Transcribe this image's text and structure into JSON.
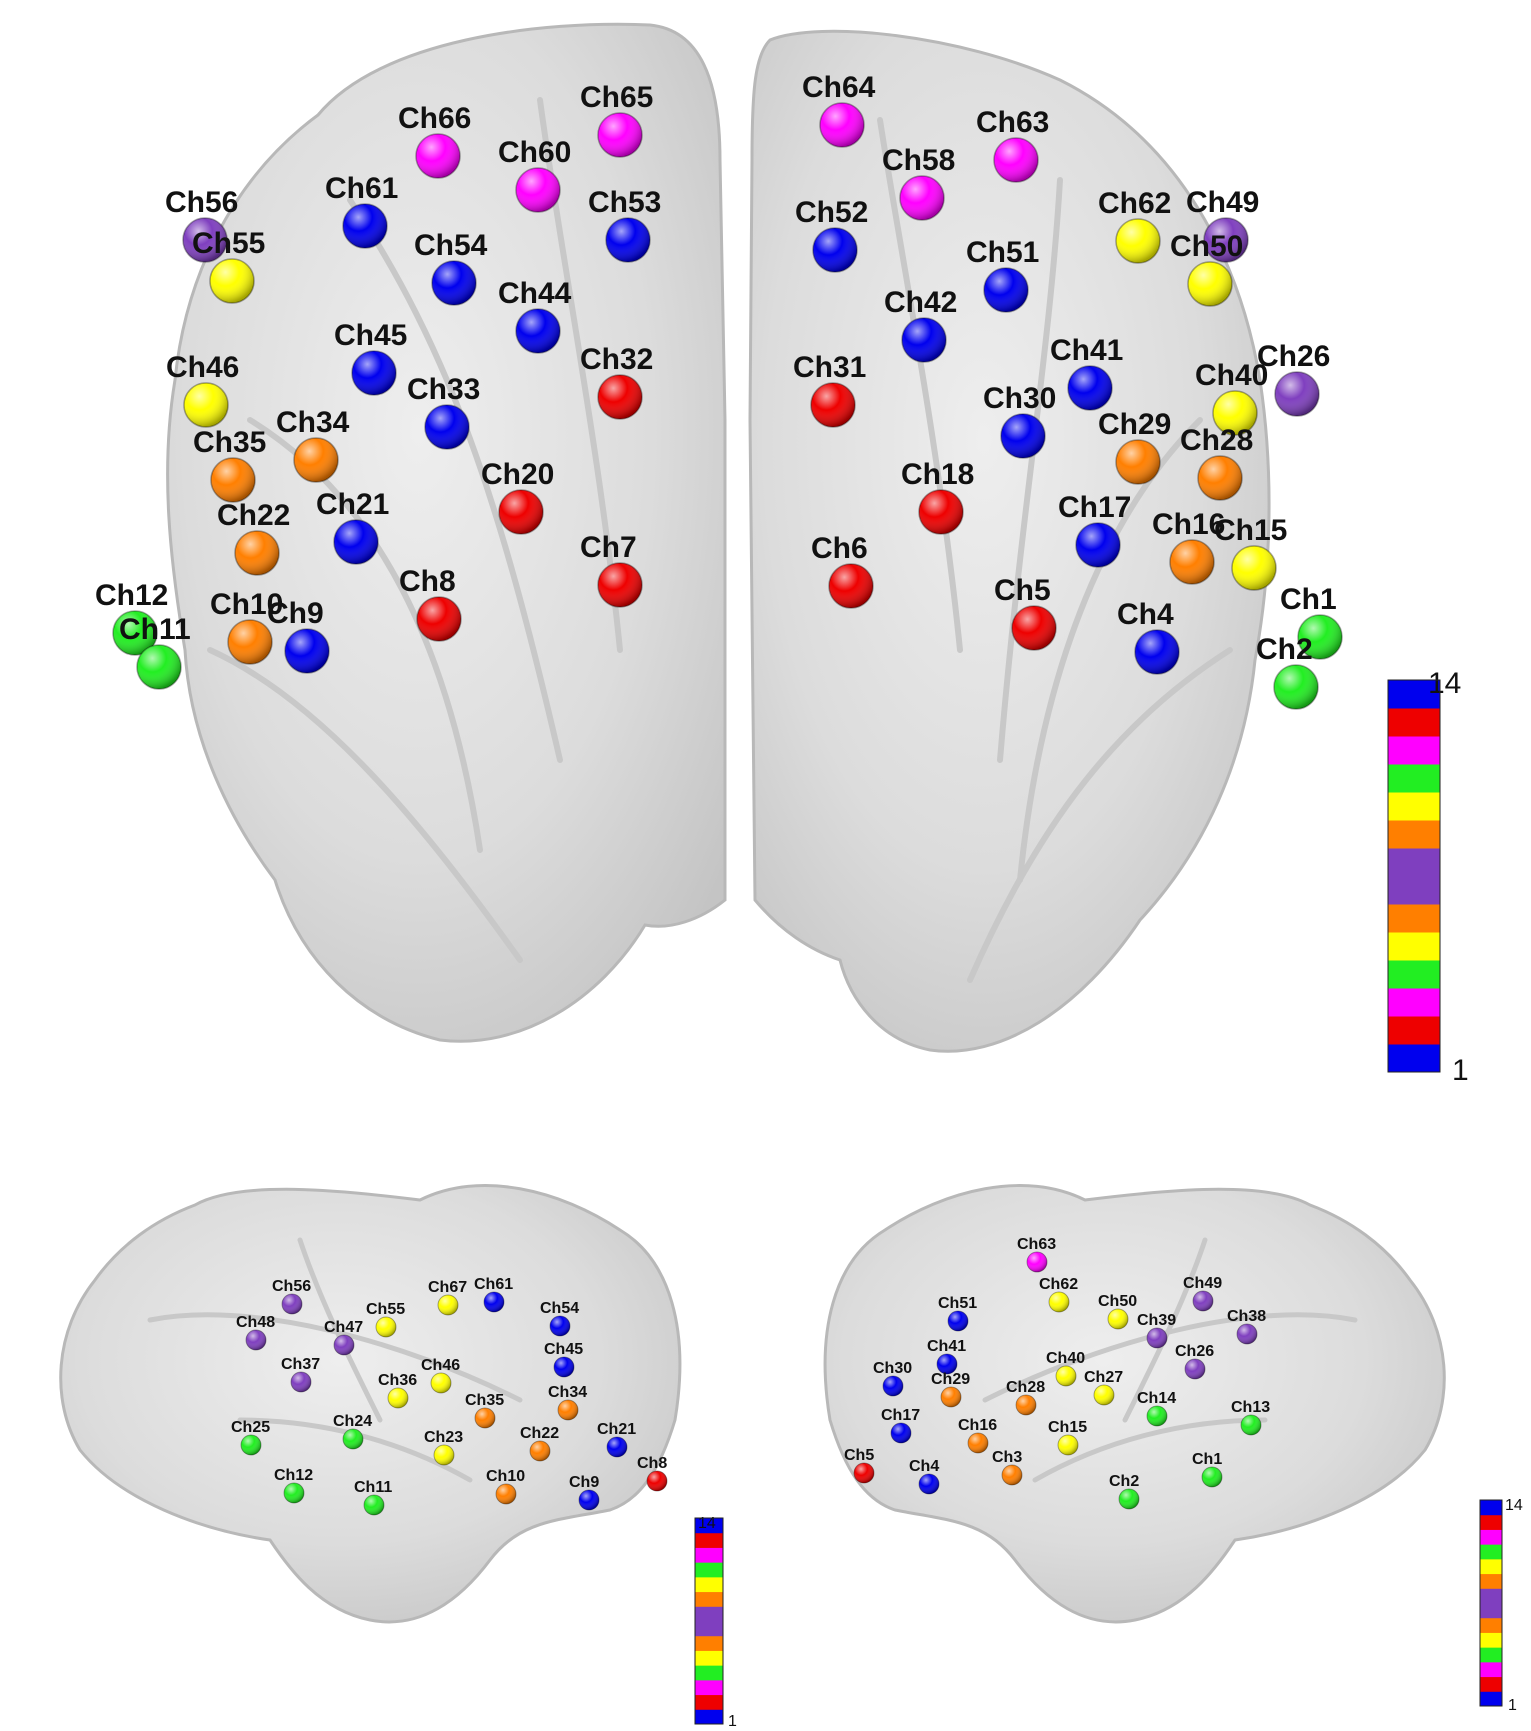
{
  "colors": {
    "1": "#0000ee",
    "2": "#ee0000",
    "3": "#ff00ff",
    "4": "#22ee22",
    "5": "#ffff00",
    "6": "#ff7f00",
    "7": "#7f3fbf",
    "8": "#ff7f00",
    "9": "#ffff00",
    "10": "#22ee22",
    "11": "#ff00ff",
    "12": "#ee0000",
    "13": "#0000ee"
  },
  "colorbar": {
    "tick_top": "14",
    "tick_bottom": "1",
    "segments": [
      "#0000ee",
      "#ee0000",
      "#ff00ff",
      "#22ee22",
      "#ffff00",
      "#ff7f00",
      "#7f3fbf",
      "#7f3fbf",
      "#ff7f00",
      "#ffff00",
      "#22ee22",
      "#ff00ff",
      "#ee0000",
      "#0000ee"
    ]
  },
  "views": {
    "front_left": {
      "channels": [
        {
          "label": "Ch65",
          "c": "3"
        },
        {
          "label": "Ch66",
          "c": "3"
        },
        {
          "label": "Ch60",
          "c": "3"
        },
        {
          "label": "Ch53",
          "c": "1"
        },
        {
          "label": "Ch61",
          "c": "1"
        },
        {
          "label": "Ch56",
          "c": "7"
        },
        {
          "label": "Ch55",
          "c": "5"
        },
        {
          "label": "Ch54",
          "c": "1"
        },
        {
          "label": "Ch44",
          "c": "1"
        },
        {
          "label": "Ch45",
          "c": "1"
        },
        {
          "label": "Ch32",
          "c": "2"
        },
        {
          "label": "Ch46",
          "c": "5"
        },
        {
          "label": "Ch33",
          "c": "1"
        },
        {
          "label": "Ch34",
          "c": "6"
        },
        {
          "label": "Ch35",
          "c": "6"
        },
        {
          "label": "Ch20",
          "c": "2"
        },
        {
          "label": "Ch21",
          "c": "1"
        },
        {
          "label": "Ch22",
          "c": "6"
        },
        {
          "label": "Ch7",
          "c": "2"
        },
        {
          "label": "Ch8",
          "c": "2"
        },
        {
          "label": "Ch12",
          "c": "4"
        },
        {
          "label": "Ch11",
          "c": "4"
        },
        {
          "label": "Ch10",
          "c": "6"
        },
        {
          "label": "Ch9",
          "c": "1"
        }
      ]
    },
    "front_right": {
      "channels": [
        {
          "label": "Ch64",
          "c": "3"
        },
        {
          "label": "Ch63",
          "c": "3"
        },
        {
          "label": "Ch58",
          "c": "3"
        },
        {
          "label": "Ch52",
          "c": "1"
        },
        {
          "label": "Ch62",
          "c": "5"
        },
        {
          "label": "Ch49",
          "c": "7"
        },
        {
          "label": "Ch51",
          "c": "1"
        },
        {
          "label": "Ch50",
          "c": "5"
        },
        {
          "label": "Ch42",
          "c": "1"
        },
        {
          "label": "Ch41",
          "c": "1"
        },
        {
          "label": "Ch31",
          "c": "2"
        },
        {
          "label": "Ch26",
          "c": "7"
        },
        {
          "label": "Ch40",
          "c": "5"
        },
        {
          "label": "Ch30",
          "c": "1"
        },
        {
          "label": "Ch29",
          "c": "6"
        },
        {
          "label": "Ch28",
          "c": "6"
        },
        {
          "label": "Ch18",
          "c": "2"
        },
        {
          "label": "Ch17",
          "c": "1"
        },
        {
          "label": "Ch16",
          "c": "6"
        },
        {
          "label": "Ch15",
          "c": "5"
        },
        {
          "label": "Ch6",
          "c": "2"
        },
        {
          "label": "Ch5",
          "c": "2"
        },
        {
          "label": "Ch4",
          "c": "1"
        },
        {
          "label": "Ch1",
          "c": "4"
        },
        {
          "label": "Ch2",
          "c": "4"
        }
      ]
    },
    "side_left": {
      "channels": [
        {
          "label": "Ch56",
          "c": "7"
        },
        {
          "label": "Ch48",
          "c": "7"
        },
        {
          "label": "Ch47",
          "c": "7"
        },
        {
          "label": "Ch55",
          "c": "5"
        },
        {
          "label": "Ch67",
          "c": "5"
        },
        {
          "label": "Ch61",
          "c": "1"
        },
        {
          "label": "Ch54",
          "c": "1"
        },
        {
          "label": "Ch37",
          "c": "7"
        },
        {
          "label": "Ch46",
          "c": "5"
        },
        {
          "label": "Ch45",
          "c": "1"
        },
        {
          "label": "Ch36",
          "c": "5"
        },
        {
          "label": "Ch25",
          "c": "4"
        },
        {
          "label": "Ch24",
          "c": "4"
        },
        {
          "label": "Ch35",
          "c": "6"
        },
        {
          "label": "Ch34",
          "c": "6"
        },
        {
          "label": "Ch23",
          "c": "5"
        },
        {
          "label": "Ch22",
          "c": "6"
        },
        {
          "label": "Ch21",
          "c": "1"
        },
        {
          "label": "Ch12",
          "c": "4"
        },
        {
          "label": "Ch11",
          "c": "4"
        },
        {
          "label": "Ch10",
          "c": "6"
        },
        {
          "label": "Ch9",
          "c": "1"
        },
        {
          "label": "Ch8",
          "c": "2"
        }
      ]
    },
    "side_right": {
      "channels": [
        {
          "label": "Ch63",
          "c": "3"
        },
        {
          "label": "Ch51",
          "c": "1"
        },
        {
          "label": "Ch62",
          "c": "5"
        },
        {
          "label": "Ch50",
          "c": "5"
        },
        {
          "label": "Ch49",
          "c": "7"
        },
        {
          "label": "Ch39",
          "c": "7"
        },
        {
          "label": "Ch38",
          "c": "7"
        },
        {
          "label": "Ch41",
          "c": "1"
        },
        {
          "label": "Ch30",
          "c": "1"
        },
        {
          "label": "Ch40",
          "c": "5"
        },
        {
          "label": "Ch29",
          "c": "6"
        },
        {
          "label": "Ch28",
          "c": "6"
        },
        {
          "label": "Ch27",
          "c": "5"
        },
        {
          "label": "Ch26",
          "c": "7"
        },
        {
          "label": "Ch14",
          "c": "4"
        },
        {
          "label": "Ch13",
          "c": "4"
        },
        {
          "label": "Ch17",
          "c": "1"
        },
        {
          "label": "Ch16",
          "c": "6"
        },
        {
          "label": "Ch15",
          "c": "5"
        },
        {
          "label": "Ch5",
          "c": "2"
        },
        {
          "label": "Ch4",
          "c": "1"
        },
        {
          "label": "Ch3",
          "c": "6"
        },
        {
          "label": "Ch2",
          "c": "4"
        },
        {
          "label": "Ch1",
          "c": "4"
        }
      ]
    }
  }
}
